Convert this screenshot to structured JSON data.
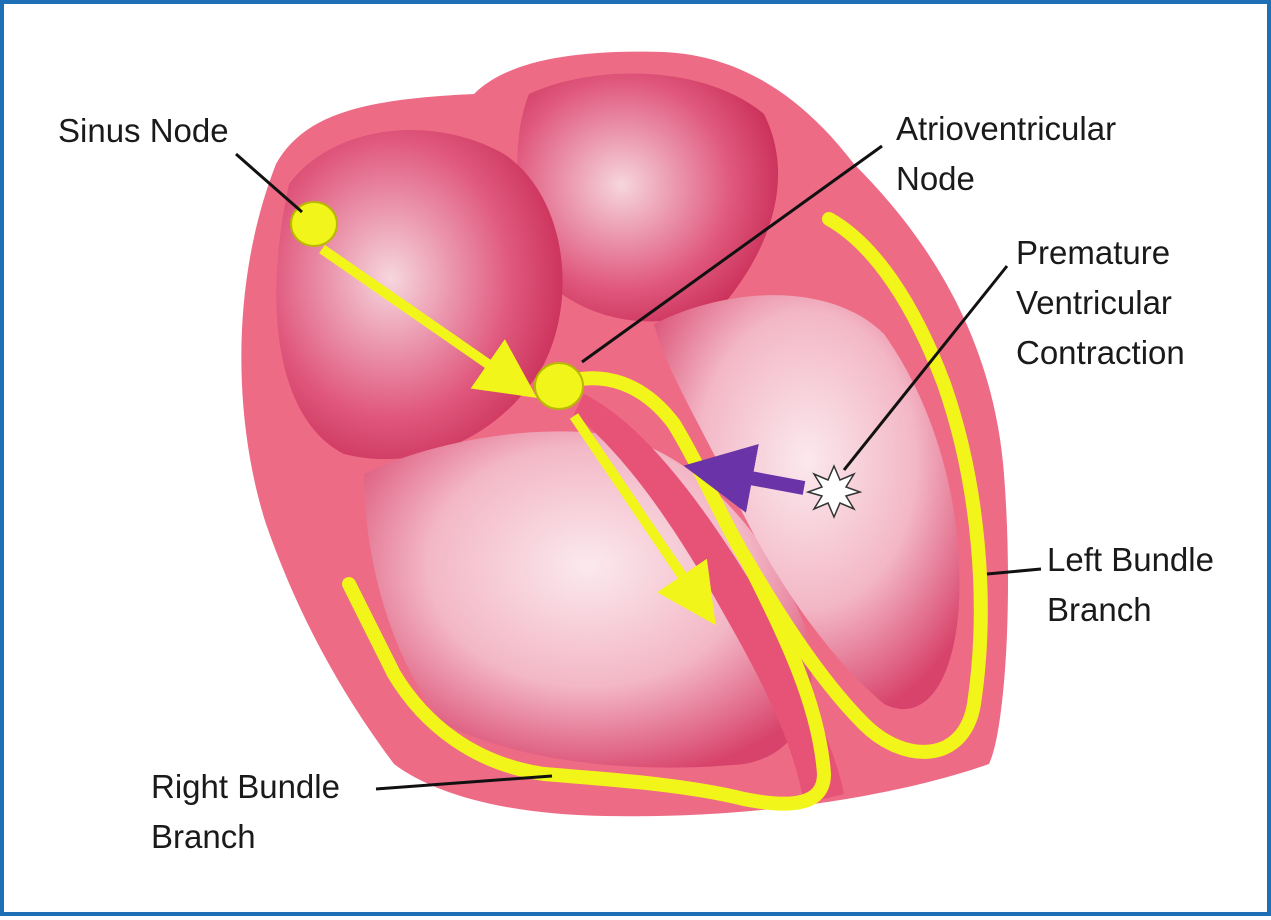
{
  "labels": {
    "sinus_node": "Sinus Node",
    "av_node": [
      "Atrioventricular",
      "Node"
    ],
    "pvc": [
      "Premature",
      "Ventricular",
      "Contraction"
    ],
    "left_bundle": [
      "Left Bundle",
      "Branch"
    ],
    "right_bundle": [
      "Right Bundle",
      "Branch"
    ]
  },
  "colors": {
    "frame_border": "#1f6fb6",
    "heart_outer": "#ee6b86",
    "heart_inner": "#d93a64",
    "conduction_path": "#f2f51a",
    "pvc_arrow": "#6a34a8",
    "leader_line": "#111111"
  }
}
